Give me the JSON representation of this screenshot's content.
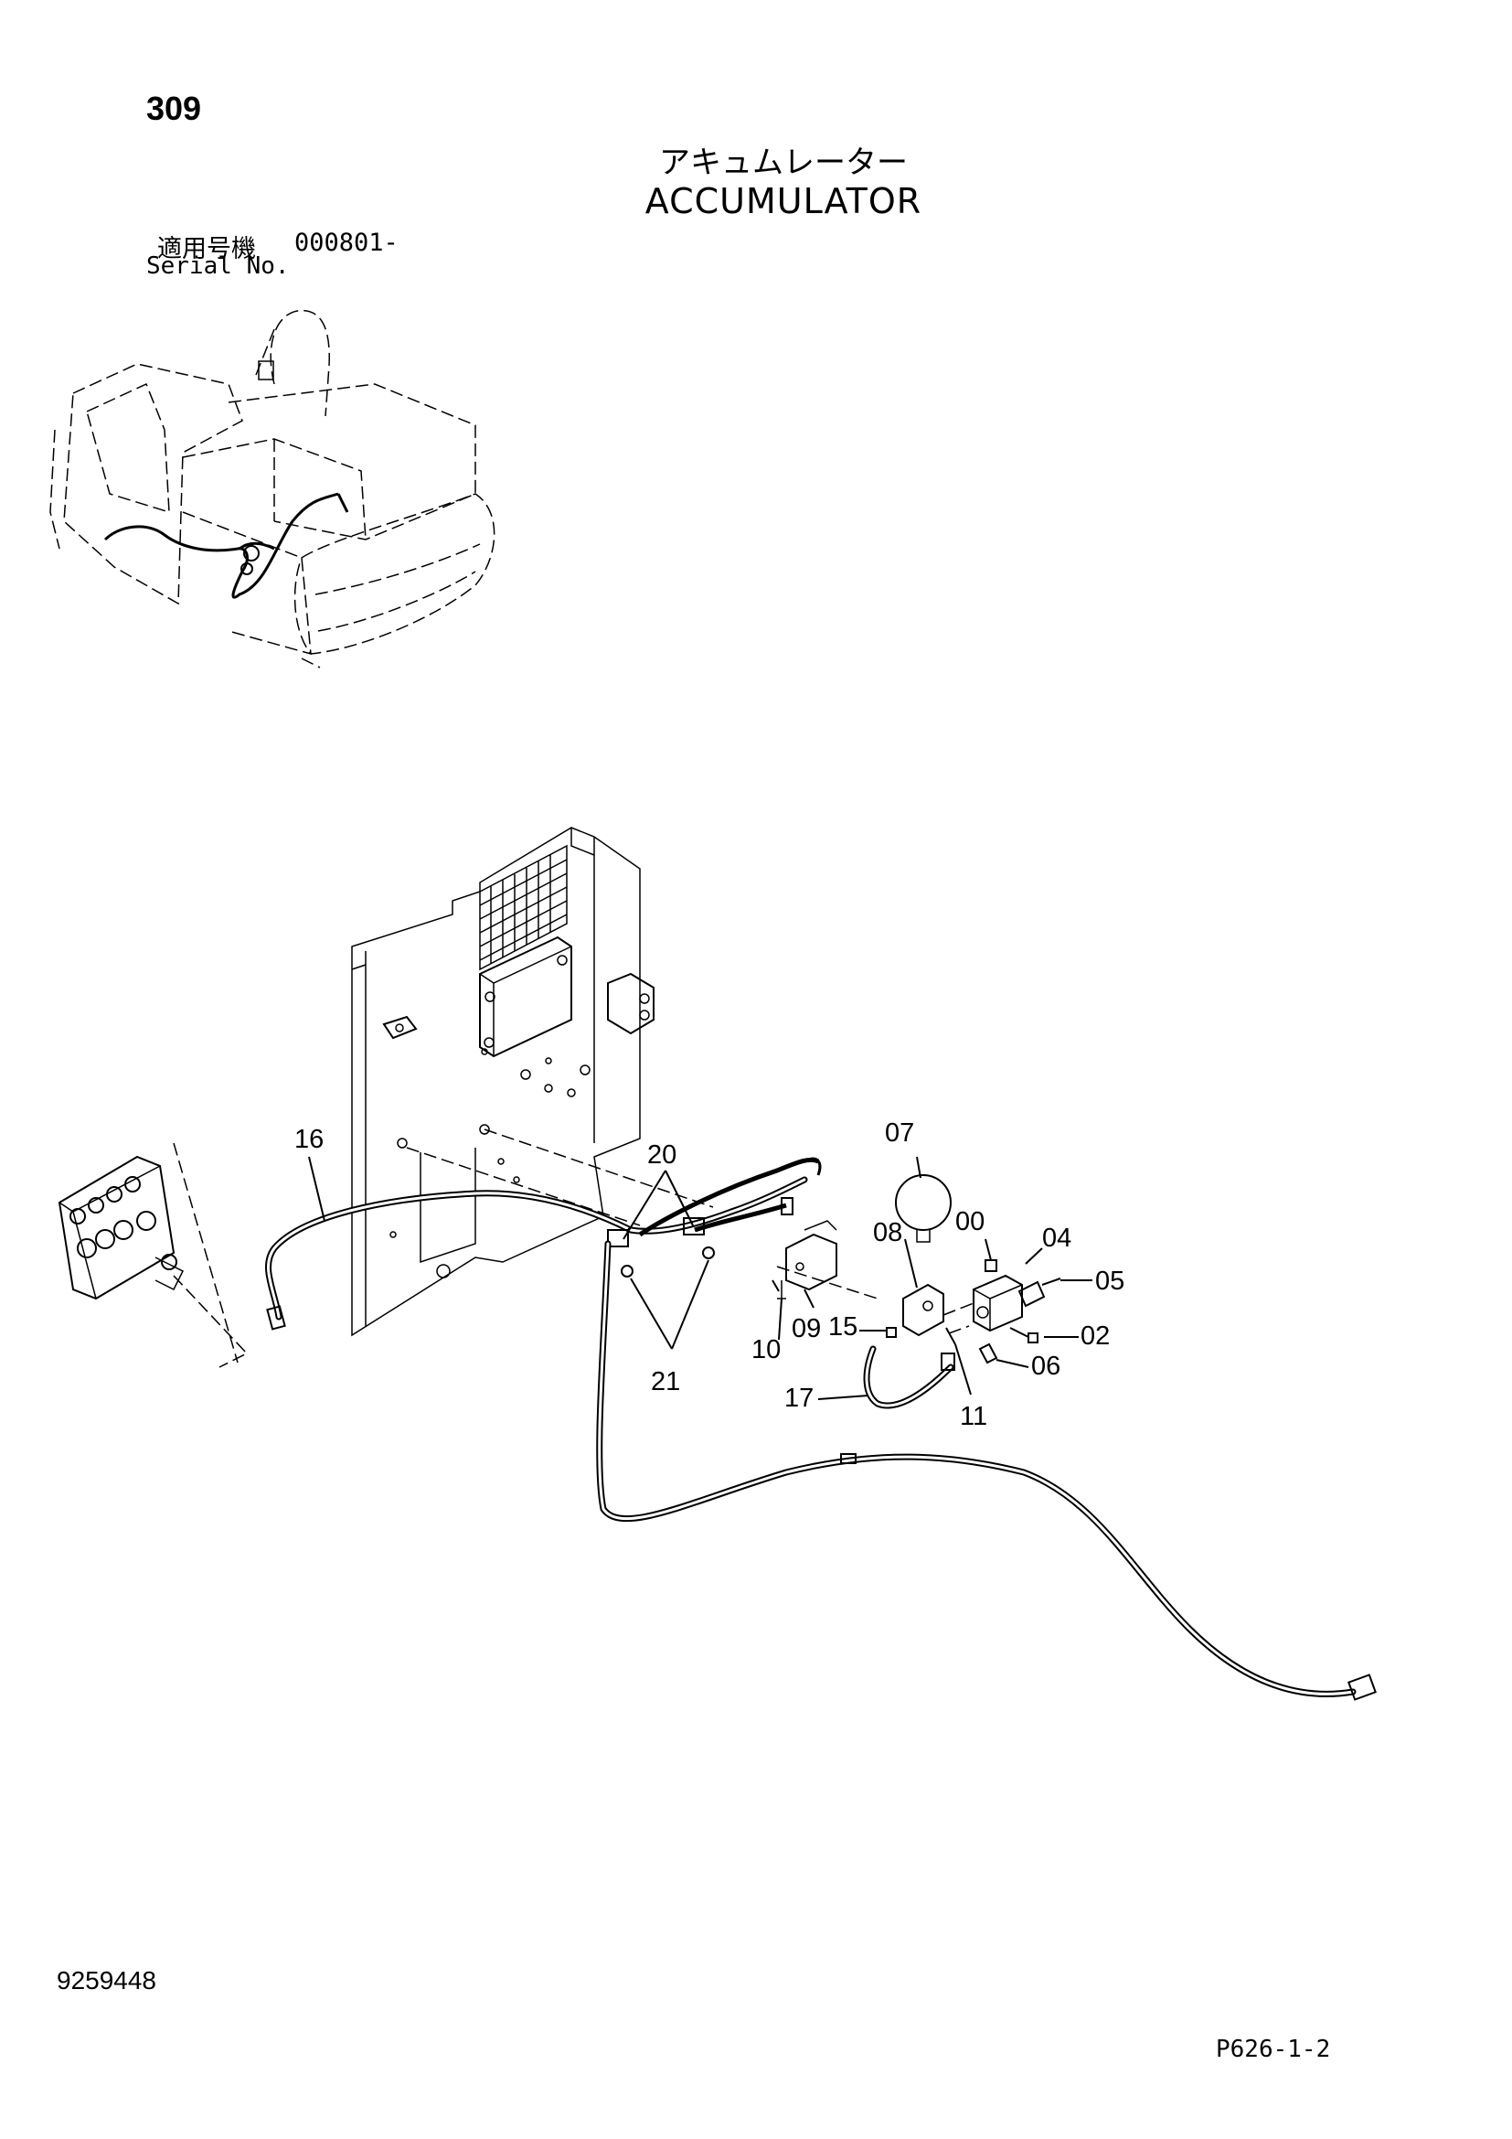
{
  "page_number": "309",
  "title_ja": "アキュムレーター",
  "title_en": "ACCUMULATOR",
  "serial_label_ja": "適用号機",
  "serial_range": "000801-",
  "serial_label_en": "Serial No.",
  "doc_number": "9259448",
  "page_code": "P626-1-2",
  "callouts": {
    "c16": "16",
    "c20": "20",
    "c21": "21",
    "c07": "07",
    "c08": "08",
    "c00": "00",
    "c04": "04",
    "c05": "05",
    "c02": "02",
    "c06": "06",
    "c09": "09",
    "c10": "10",
    "c15": "15",
    "c17": "17",
    "c11": "11"
  }
}
